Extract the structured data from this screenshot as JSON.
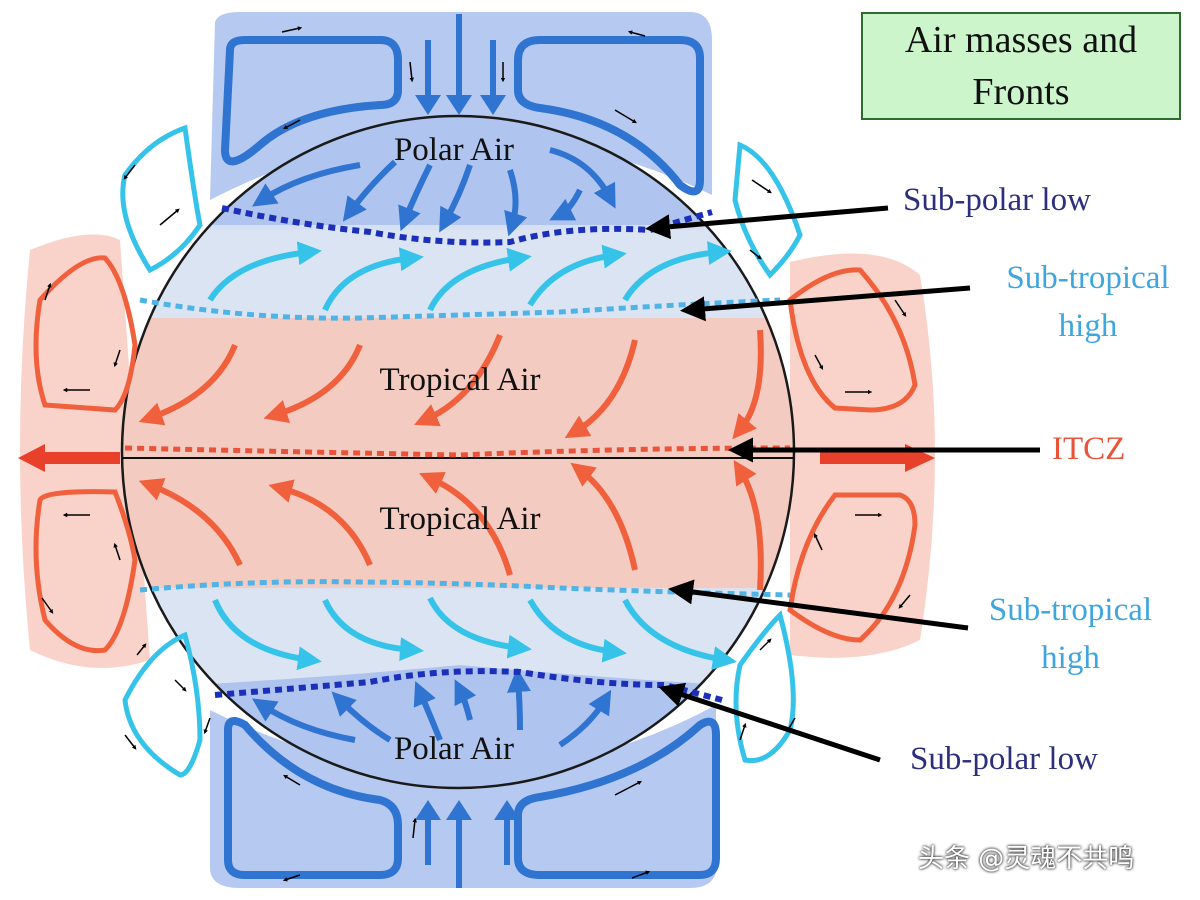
{
  "title": {
    "line1": "Air masses and",
    "line2": "Fronts"
  },
  "air_masses": {
    "north_polar": "Polar Air",
    "north_tropical": "Tropical Air",
    "south_tropical": "Tropical Air",
    "south_polar": "Polar Air"
  },
  "fronts": {
    "north_subpolar": "Sub-polar low",
    "north_subtropical": {
      "line1": "Sub-tropical",
      "line2": "high"
    },
    "itcz": "ITCZ",
    "south_subtropical": {
      "line1": "Sub-tropical",
      "line2": "high"
    },
    "south_subpolar": "Sub-polar low"
  },
  "watermark": "头条 @灵魂不共鸣",
  "colors": {
    "polar": "#2f74d0",
    "polar_fill": "#a9c0ee",
    "ferrel": "#35c3ea",
    "tropical": "#f0603c",
    "tropical_fill": "#f7c8bc",
    "subpolar_front": "#1c2fb8",
    "subtropical_front": "#4fb3e6",
    "itcz_front": "#e8533a",
    "label_navy": "#2b2f7c",
    "label_sky": "#3ea6dc",
    "title_fill": "#ccf5cc"
  }
}
